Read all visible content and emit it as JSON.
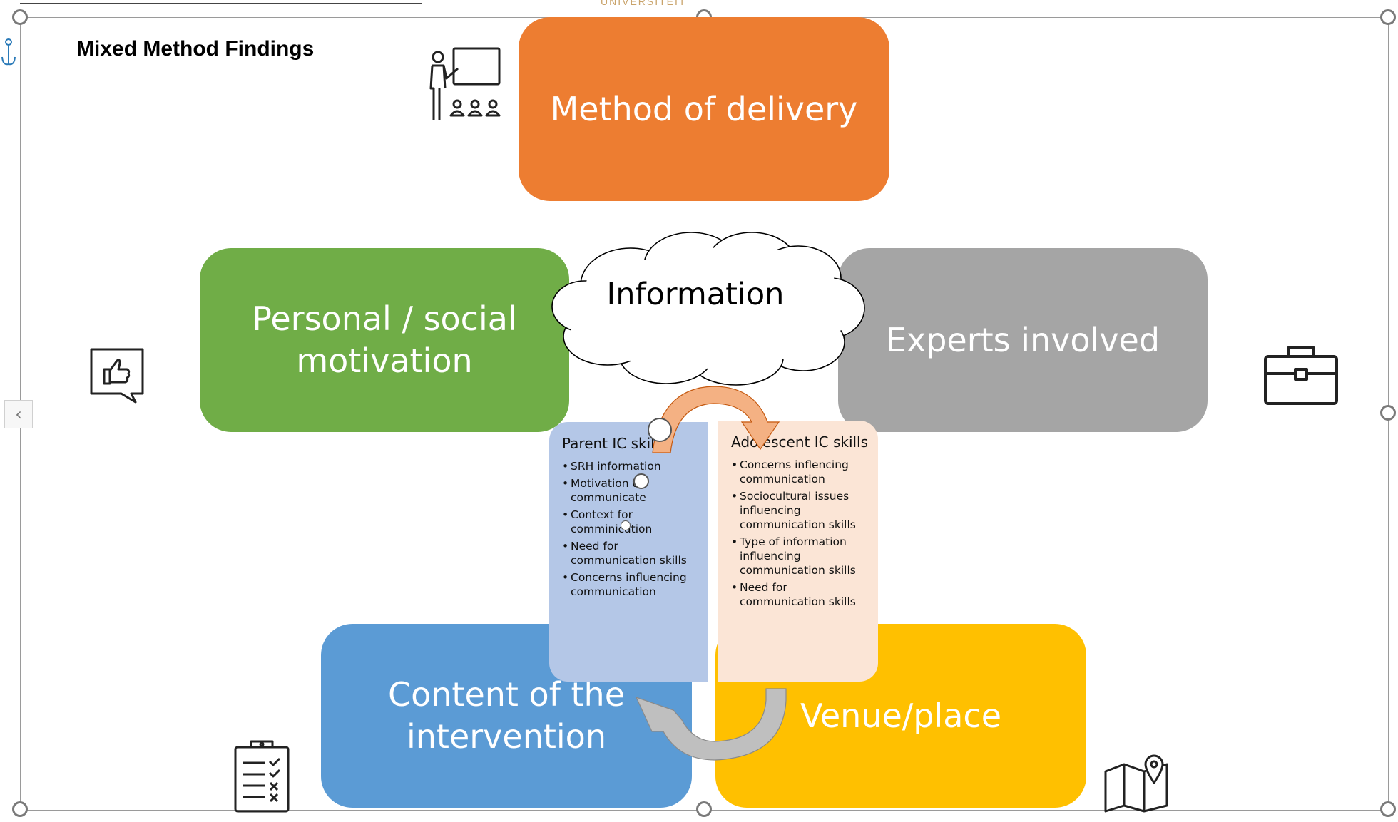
{
  "header": {
    "logo_text": "UNIVERSITEIT"
  },
  "title": "Mixed Method Findings",
  "boxes": {
    "method": "Method of delivery",
    "personal_line1": "Personal / social",
    "personal_line2": "motivation",
    "experts": "Experts involved",
    "content_line1": "Content of the",
    "content_line2": "intervention",
    "venue": "Venue/place"
  },
  "cloud": {
    "label": "Information"
  },
  "parent_panel": {
    "title": "Parent IC skills",
    "items": [
      "SRH information",
      "Motivation to communicate",
      "Context for comminication",
      "Need for communication skills",
      "Concerns influencing communication"
    ]
  },
  "adolescent_panel": {
    "title": "Adolescent IC skills",
    "items": [
      "Concerns inflencing communication",
      "Sociocultural issues influencing communication skills",
      "Type of information influencing communication skills",
      "Need for communication skills"
    ]
  },
  "colors": {
    "orange": "#ed7d31",
    "green": "#70ad47",
    "gray": "#a5a5a5",
    "blue": "#5b9bd5",
    "yellow": "#ffc000",
    "parent_panel": "#b4c7e7",
    "adolescent_panel": "#fbe5d6",
    "top_arrow": "#f4b183",
    "bottom_arrow": "#bfbfbf"
  },
  "icons": {
    "teacher": "teacher-presentation-icon",
    "like": "thumbs-up-speech-bubble-icon",
    "briefcase": "briefcase-icon",
    "clipboard": "clipboard-checklist-icon",
    "map": "map-location-pin-icon",
    "anchor": "anchor-icon",
    "collapse": "chevron-left-icon"
  }
}
